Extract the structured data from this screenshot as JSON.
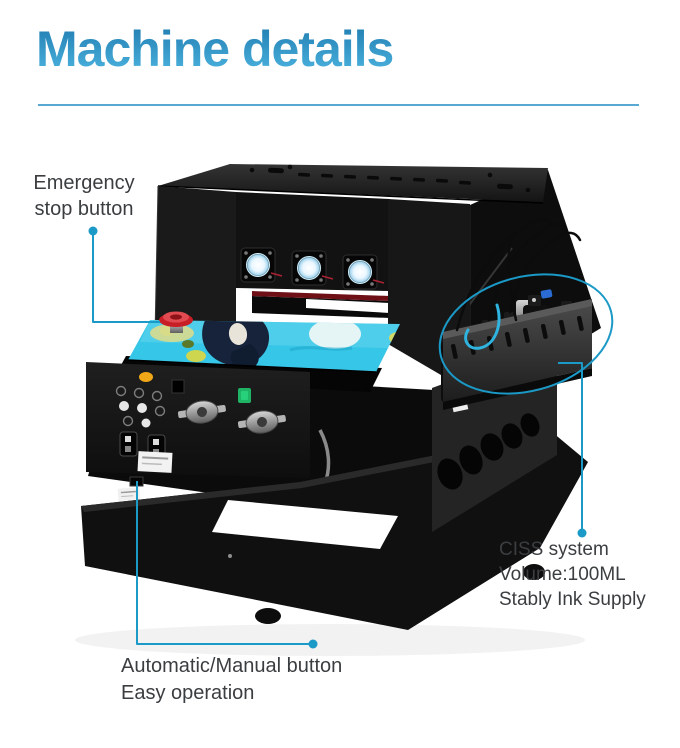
{
  "colors": {
    "accent": "#1b99c7",
    "text": "#3b3e40",
    "title-top": "#1d78ad",
    "title-bottom": "#4fb8e2",
    "underline": "#57a9d4",
    "machine-black": "#131313",
    "bed-cyan": "#36c6e7",
    "button-red": "#c81f27",
    "button-green": "#1fb465",
    "label-green": "#b5d94a",
    "cap-cyan": "#38b6e0",
    "cap-magenta": "#c9338a"
  },
  "header": {
    "title": "Machine details"
  },
  "annotations": {
    "emergency": {
      "lines": [
        "Emergency",
        "stop button"
      ]
    },
    "ciss": {
      "lines": [
        "CISS system",
        "Volume:100ML",
        "Stably Ink Supply"
      ]
    },
    "automatic": {
      "lines": [
        "Automatic/Manual button",
        "Easy operation"
      ]
    }
  }
}
